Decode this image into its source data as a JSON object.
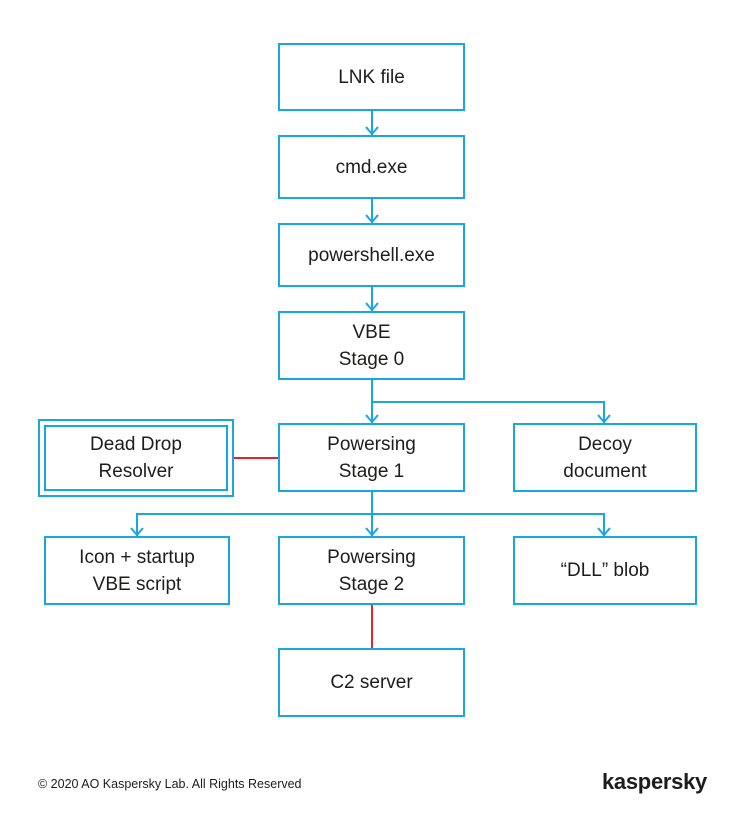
{
  "colors": {
    "arrow": "#1aa7e0",
    "link": "#e3262d",
    "text": "#1d1d1b"
  },
  "nodes": {
    "lnk": {
      "line1": "LNK file"
    },
    "cmd": {
      "line1": "cmd.exe"
    },
    "powershell": {
      "line1": "powershell.exe"
    },
    "vbe": {
      "line1": "VBE",
      "line2": "Stage 0"
    },
    "ddr": {
      "line1": "Dead Drop",
      "line2": "Resolver"
    },
    "stage1": {
      "line1": "Powersing",
      "line2": "Stage 1"
    },
    "decoy": {
      "line1": "Decoy",
      "line2": "document"
    },
    "icon": {
      "line1": "Icon + startup",
      "line2": "VBE script"
    },
    "stage2": {
      "line1": "Powersing",
      "line2": "Stage 2"
    },
    "dll": {
      "line1": "“DLL” blob"
    },
    "c2": {
      "line1": "C2 server"
    }
  },
  "footer": {
    "copyright": "© 2020 AO Kaspersky Lab. All Rights Reserved",
    "logo": "kaspersky"
  }
}
